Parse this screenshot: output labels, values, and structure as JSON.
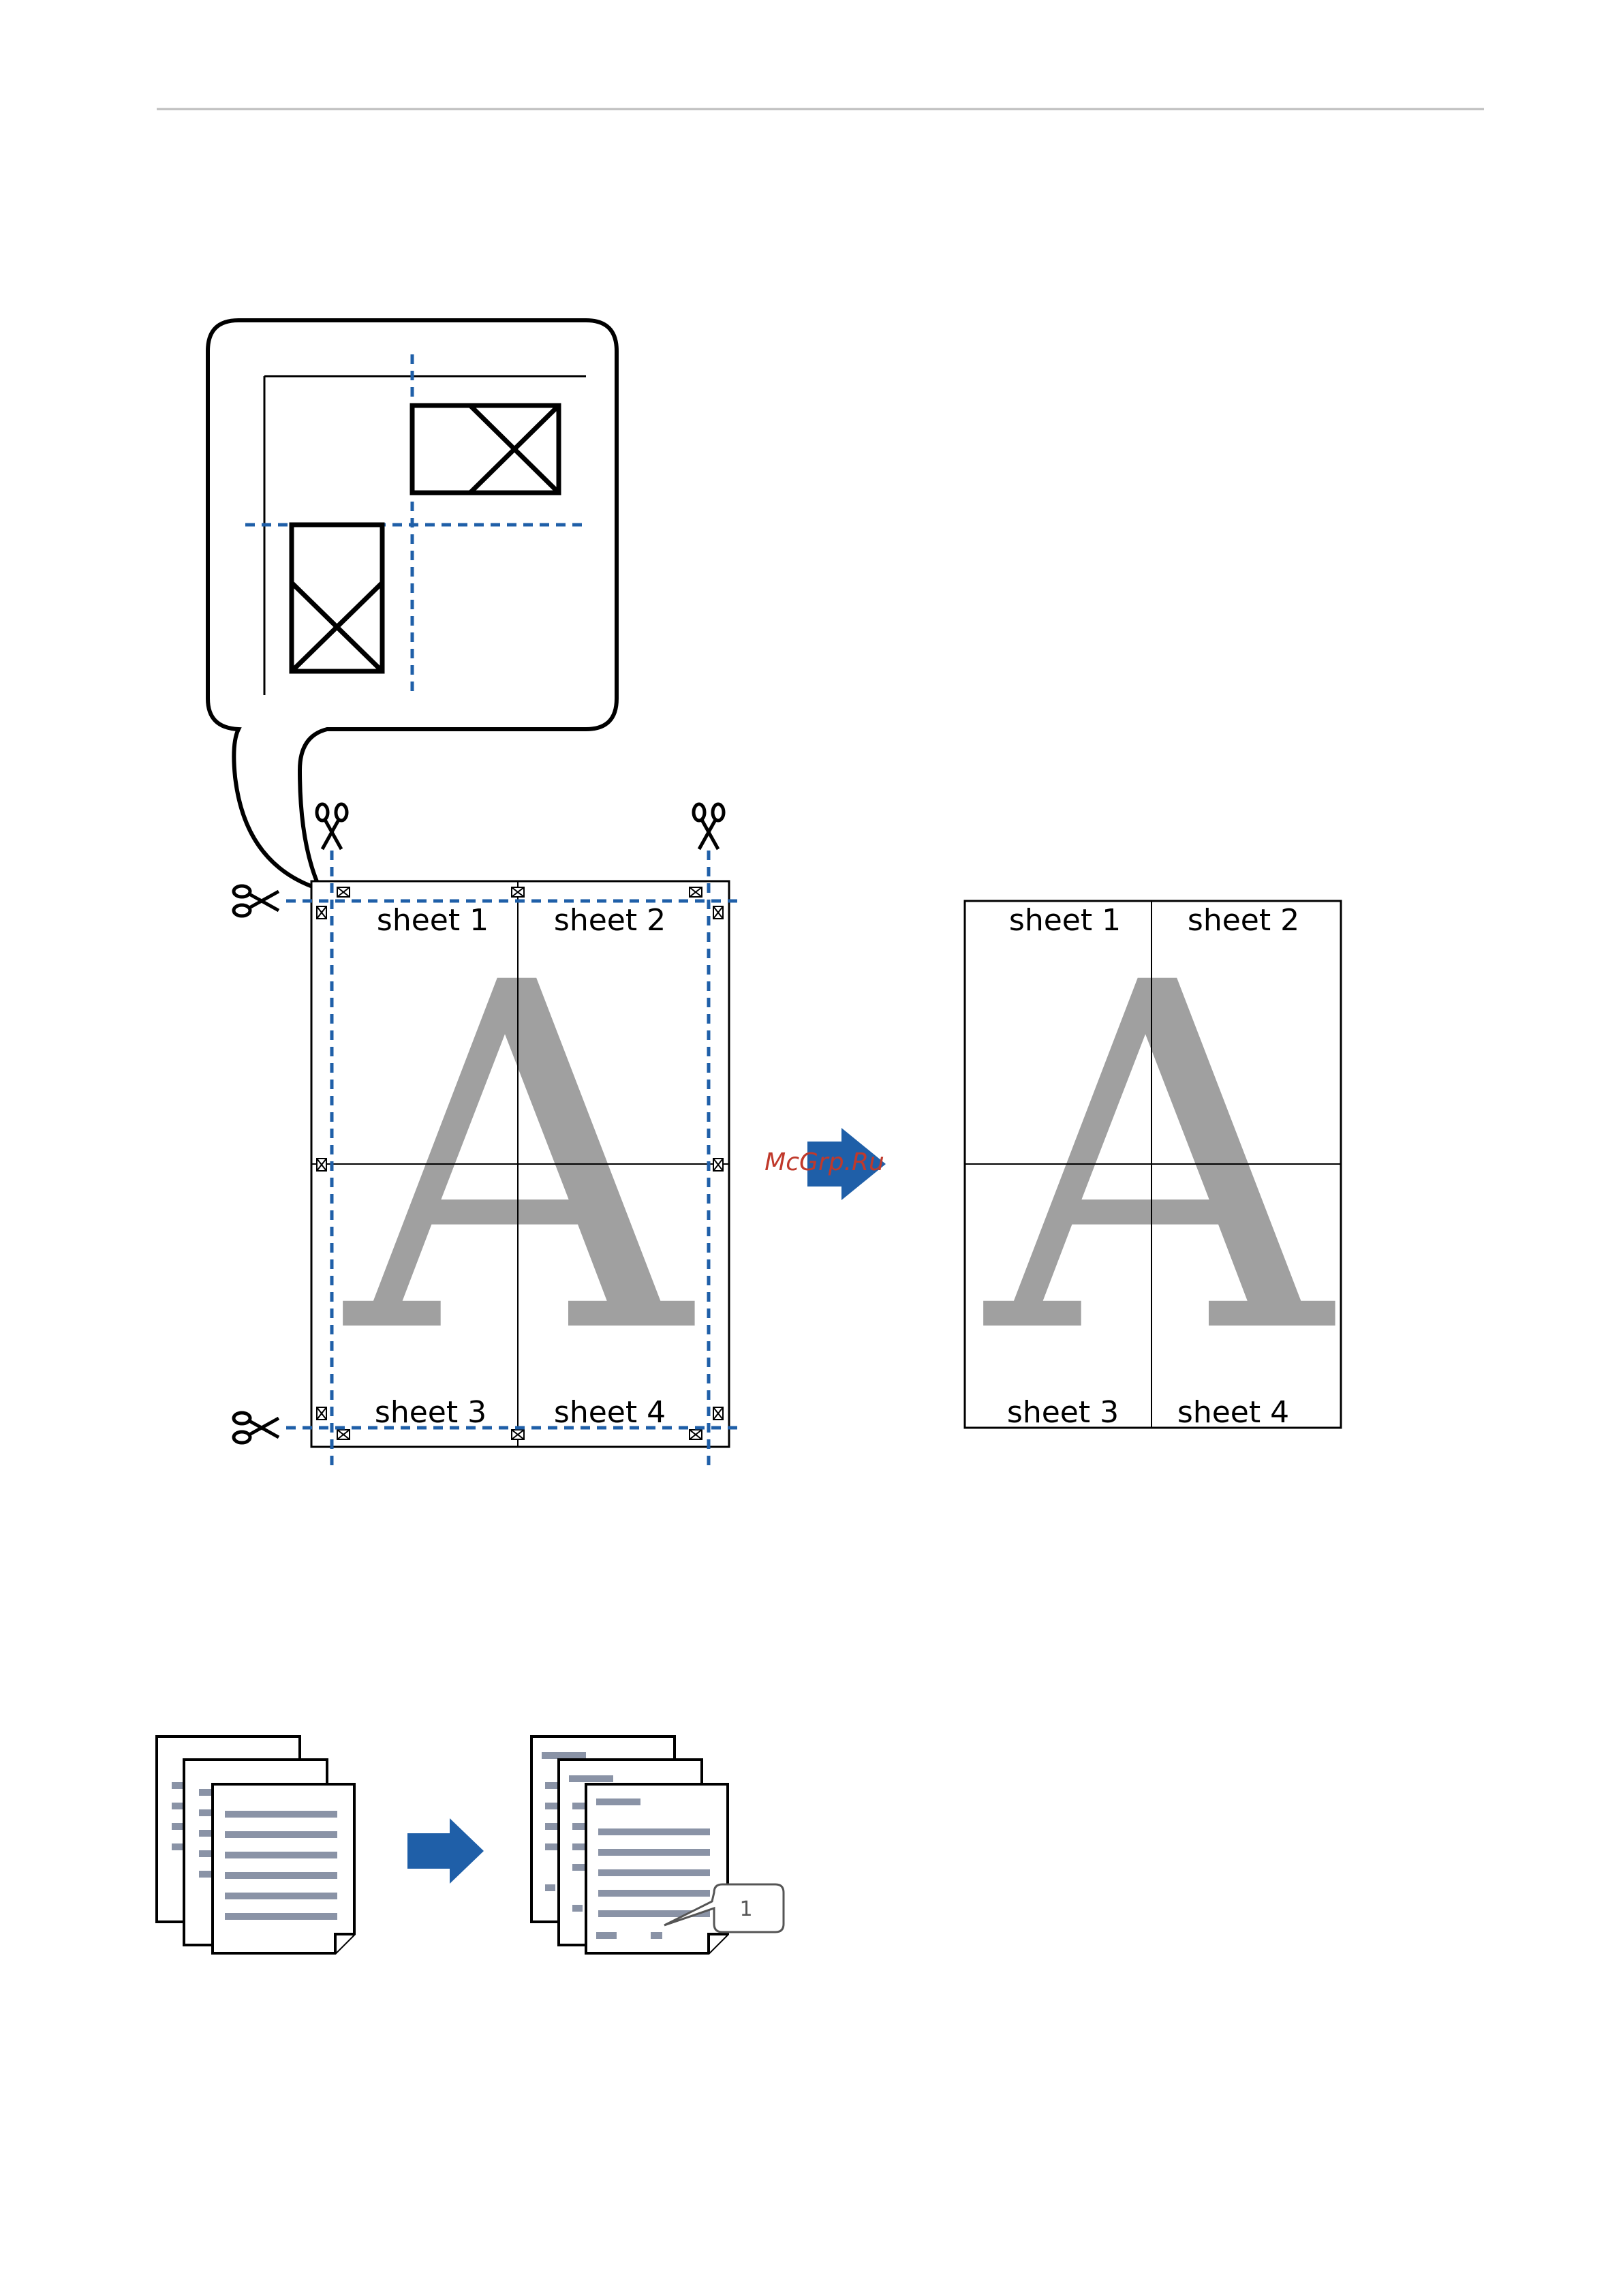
{
  "illustration_top": {
    "original_sheets": [
      "sheet 1",
      "sheet 2",
      "sheet 3",
      "sheet 4"
    ],
    "assembled_sheets": [
      "sheet 1",
      "sheet 2",
      "sheet 3",
      "sheet 4"
    ],
    "big_letter": "A",
    "watermark": "McGrp.Ru",
    "icons": [
      "scissors-icon",
      "arrow-right-icon",
      "crop-mark-icon"
    ],
    "colors": {
      "cut_line": "#1f5fa8",
      "arrow": "#1f5fa8",
      "letter": "#a0a0a0"
    }
  },
  "illustration_bottom": {
    "page_number_callout": "1",
    "icons": [
      "document-stack-icon",
      "arrow-right-icon",
      "numbered-document-stack-icon"
    ]
  }
}
